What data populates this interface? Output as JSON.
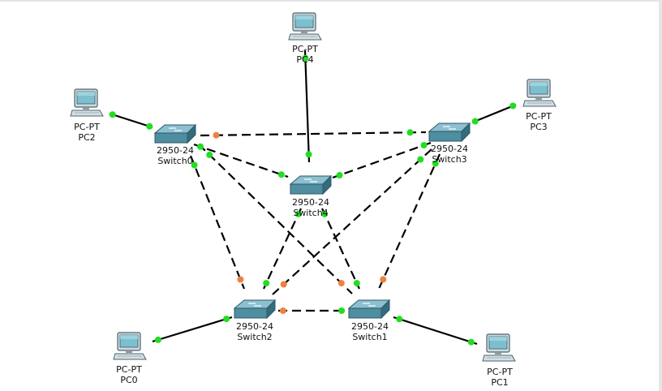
{
  "colors": {
    "link": "#000000",
    "port_up": "#22dd22",
    "port_blocked": "#f08040",
    "switch_body": "#4f8da0",
    "pc_screen": "#7cc0d0"
  },
  "devices": {
    "pc4": {
      "model": "PC-PT",
      "name": "PC4",
      "icon": "pc-icon"
    },
    "pc2": {
      "model": "PC-PT",
      "name": "PC2",
      "icon": "pc-icon"
    },
    "pc3": {
      "model": "PC-PT",
      "name": "PC3",
      "icon": "pc-icon"
    },
    "pc0": {
      "model": "PC-PT",
      "name": "PC0",
      "icon": "pc-icon"
    },
    "pc1": {
      "model": "PC-PT",
      "name": "PC1",
      "icon": "pc-icon"
    },
    "switch0": {
      "model": "2950-24",
      "name": "Switch0",
      "icon": "switch-icon"
    },
    "switch1": {
      "model": "2950-24",
      "name": "Switch1",
      "icon": "switch-icon"
    },
    "switch2": {
      "model": "2950-24",
      "name": "Switch2",
      "icon": "switch-icon"
    },
    "switch3": {
      "model": "2950-24",
      "name": "Switch3",
      "icon": "switch-icon"
    },
    "switch4": {
      "model": "2950-24",
      "name": "Switch4",
      "icon": "switch-icon"
    }
  },
  "links": [
    {
      "from": "pc4",
      "to": "switch4",
      "type": "straight",
      "from_port": "up",
      "to_port": "up"
    },
    {
      "from": "pc2",
      "to": "switch0",
      "type": "straight",
      "from_port": "up",
      "to_port": "up"
    },
    {
      "from": "pc3",
      "to": "switch3",
      "type": "straight",
      "from_port": "up",
      "to_port": "up"
    },
    {
      "from": "pc0",
      "to": "switch2",
      "type": "straight",
      "from_port": "up",
      "to_port": "up"
    },
    {
      "from": "pc1",
      "to": "switch1",
      "type": "straight",
      "from_port": "up",
      "to_port": "up"
    },
    {
      "from": "switch0",
      "to": "switch3",
      "type": "crossover",
      "from_port": "blocked",
      "to_port": "up"
    },
    {
      "from": "switch0",
      "to": "switch4",
      "type": "crossover",
      "from_port": "up",
      "to_port": "up"
    },
    {
      "from": "switch3",
      "to": "switch4",
      "type": "crossover",
      "from_port": "up",
      "to_port": "up"
    },
    {
      "from": "switch0",
      "to": "switch2",
      "type": "crossover",
      "from_port": "up",
      "to_port": "blocked"
    },
    {
      "from": "switch0",
      "to": "switch1",
      "type": "crossover",
      "from_port": "up",
      "to_port": "blocked"
    },
    {
      "from": "switch3",
      "to": "switch2",
      "type": "crossover",
      "from_port": "up",
      "to_port": "blocked"
    },
    {
      "from": "switch3",
      "to": "switch1",
      "type": "crossover",
      "from_port": "up",
      "to_port": "blocked"
    },
    {
      "from": "switch4",
      "to": "switch2",
      "type": "crossover",
      "from_port": "up",
      "to_port": "up"
    },
    {
      "from": "switch4",
      "to": "switch1",
      "type": "crossover",
      "from_port": "up",
      "to_port": "up"
    },
    {
      "from": "switch2",
      "to": "switch1",
      "type": "crossover",
      "from_port": "blocked",
      "to_port": "up"
    }
  ]
}
